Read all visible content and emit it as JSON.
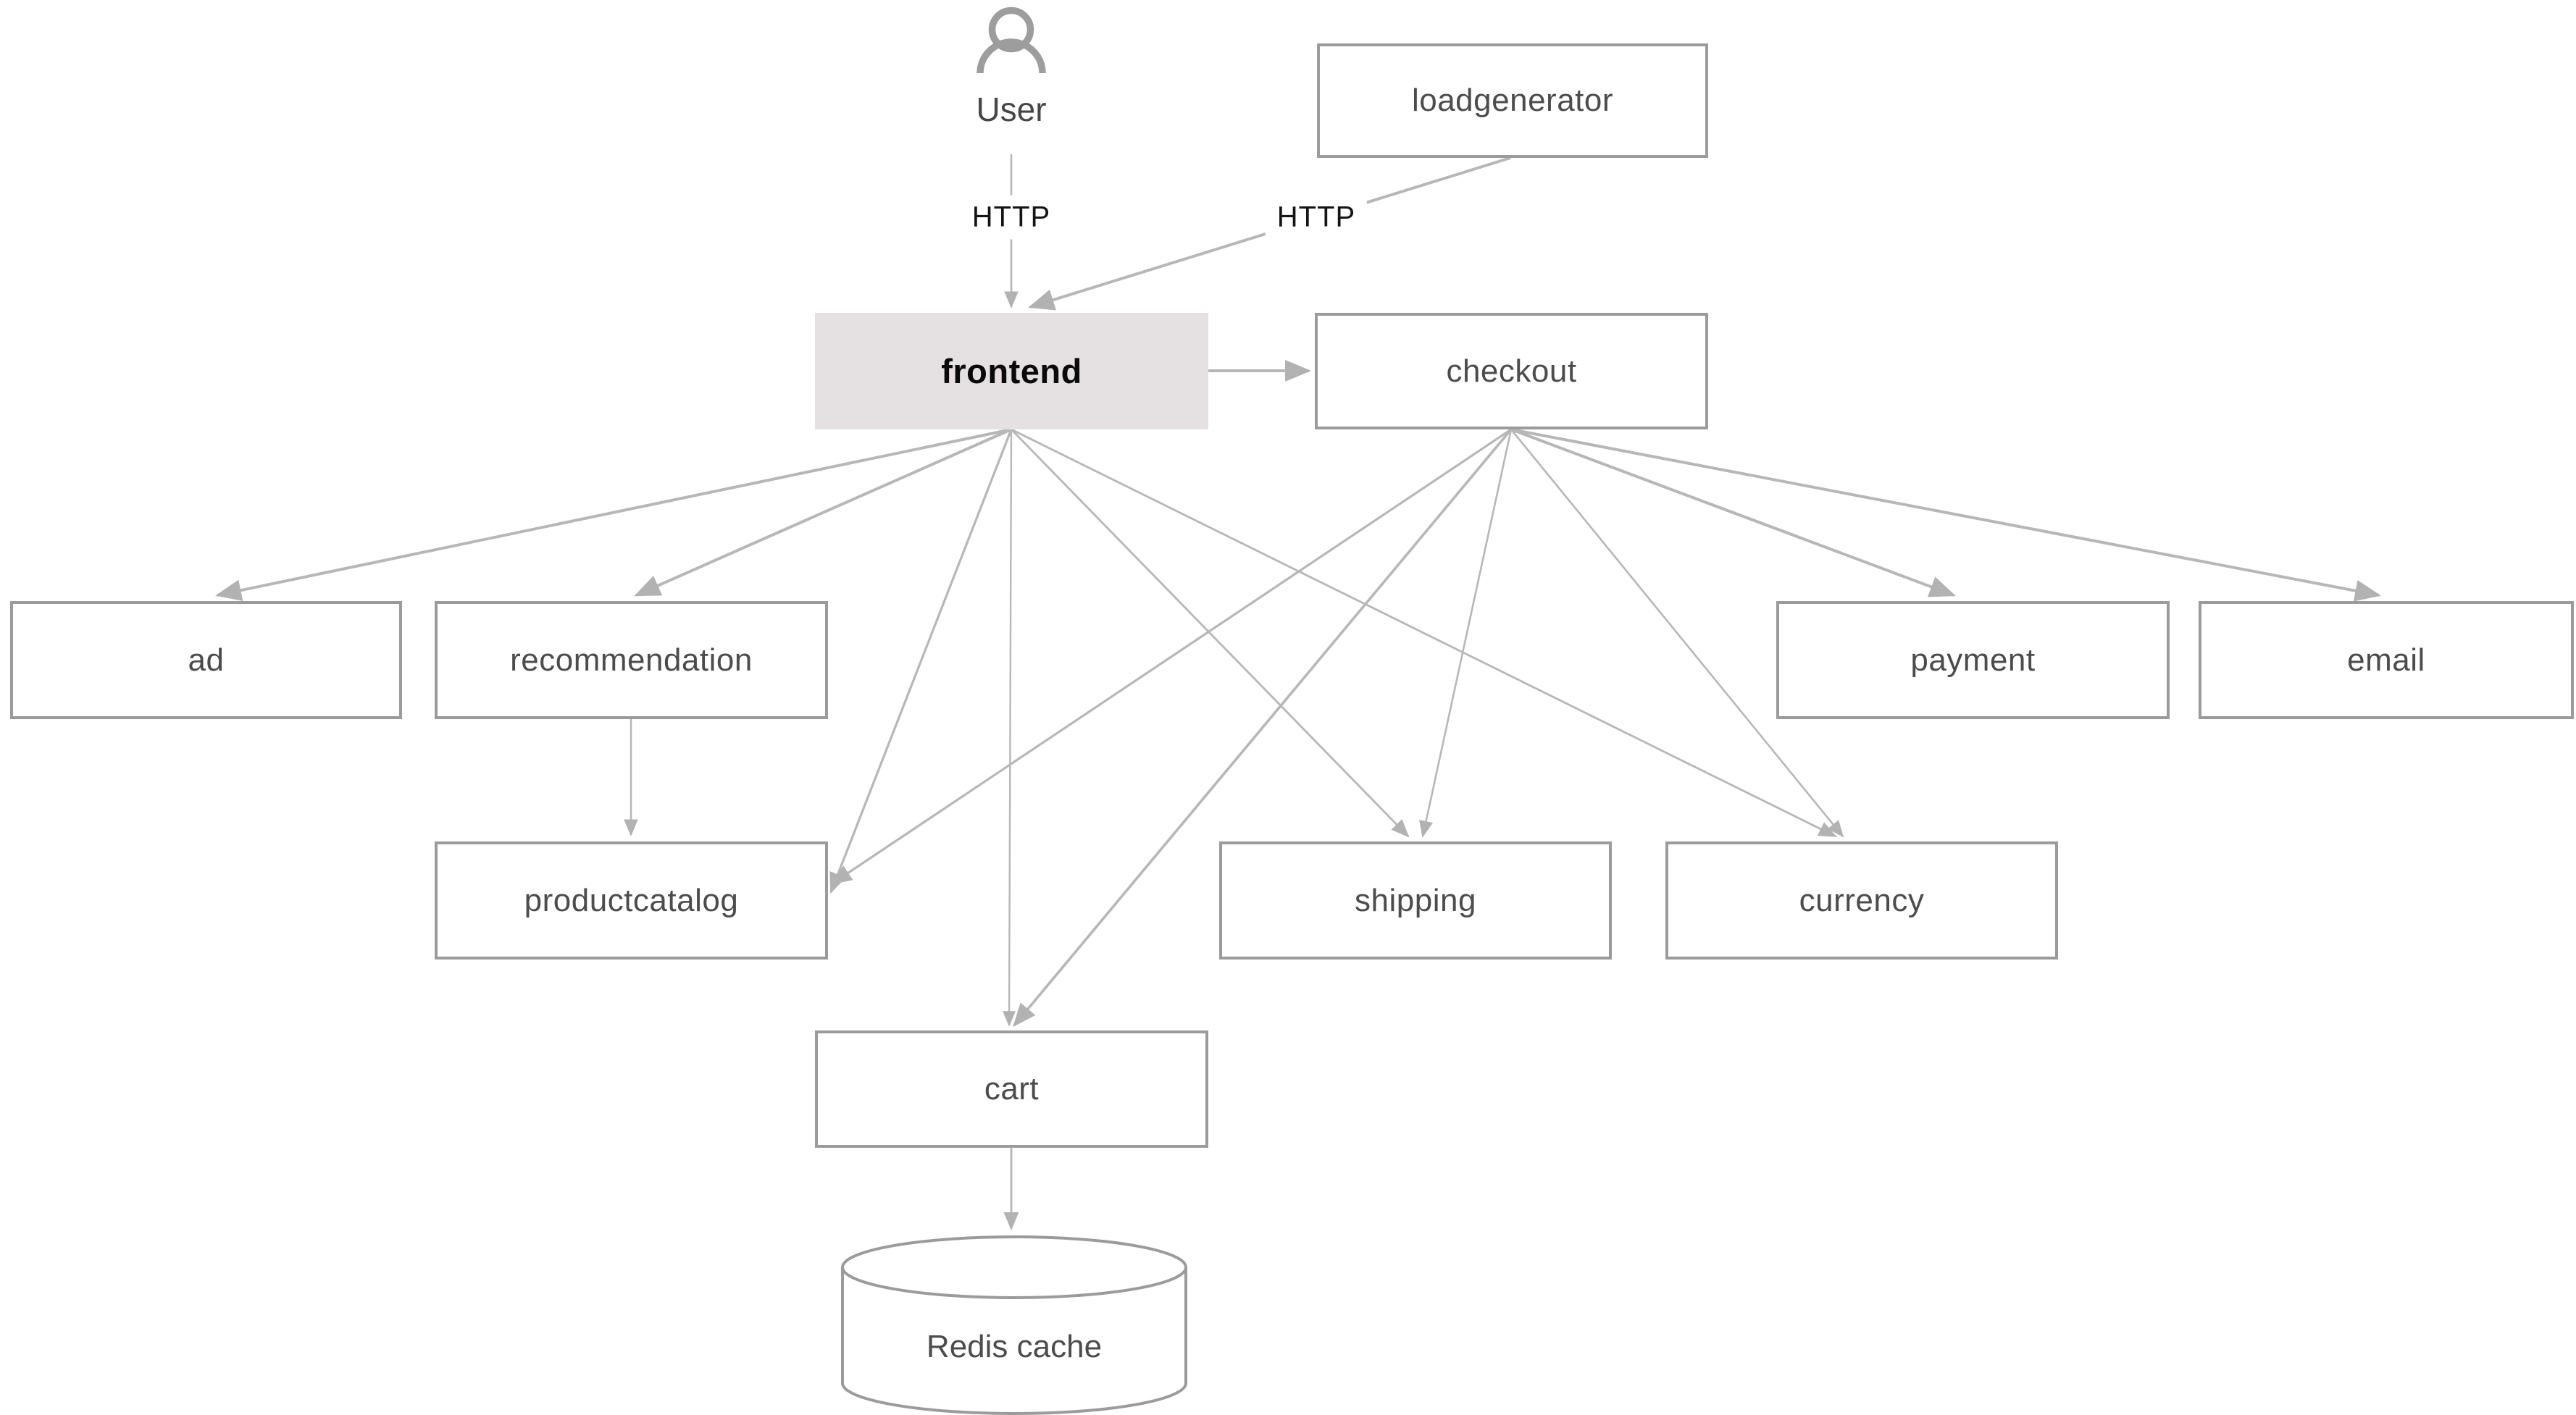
{
  "diagram": {
    "kind": "microservices-architecture",
    "nodes": {
      "user": {
        "label": "User",
        "kind": "actor"
      },
      "loadgenerator": {
        "label": "loadgenerator",
        "kind": "service"
      },
      "frontend": {
        "label": "frontend",
        "kind": "service",
        "highlighted": true
      },
      "checkout": {
        "label": "checkout",
        "kind": "service"
      },
      "ad": {
        "label": "ad",
        "kind": "service"
      },
      "recommendation": {
        "label": "recommendation",
        "kind": "service"
      },
      "payment": {
        "label": "payment",
        "kind": "service"
      },
      "email": {
        "label": "email",
        "kind": "service"
      },
      "productcatalog": {
        "label": "productcatalog",
        "kind": "service"
      },
      "shipping": {
        "label": "shipping",
        "kind": "service"
      },
      "currency": {
        "label": "currency",
        "kind": "service"
      },
      "cart": {
        "label": "cart",
        "kind": "service"
      },
      "redis": {
        "label": "Redis cache",
        "kind": "database"
      }
    },
    "edges": [
      {
        "from": "user",
        "to": "frontend",
        "label": "HTTP"
      },
      {
        "from": "loadgenerator",
        "to": "frontend",
        "label": "HTTP"
      },
      {
        "from": "frontend",
        "to": "checkout"
      },
      {
        "from": "frontend",
        "to": "ad"
      },
      {
        "from": "frontend",
        "to": "recommendation"
      },
      {
        "from": "frontend",
        "to": "productcatalog"
      },
      {
        "from": "frontend",
        "to": "cart"
      },
      {
        "from": "frontend",
        "to": "shipping"
      },
      {
        "from": "frontend",
        "to": "currency"
      },
      {
        "from": "checkout",
        "to": "cart"
      },
      {
        "from": "checkout",
        "to": "productcatalog"
      },
      {
        "from": "checkout",
        "to": "shipping"
      },
      {
        "from": "checkout",
        "to": "currency"
      },
      {
        "from": "checkout",
        "to": "payment"
      },
      {
        "from": "checkout",
        "to": "email"
      },
      {
        "from": "recommendation",
        "to": "productcatalog"
      },
      {
        "from": "cart",
        "to": "redis"
      }
    ],
    "colors": {
      "background": "#ffffff",
      "box_border": "#9b9b9b",
      "box_fill": "#ffffff",
      "highlight_fill": "#e5e0e2",
      "box_text": "#4c4c4c",
      "highlight_text": "#0a0a0a",
      "edge_line": "#b7b7b7",
      "arrowhead": "#b2b2b2",
      "edge_label_text": "#141414",
      "actor_icon": "#9d9d9d"
    }
  }
}
